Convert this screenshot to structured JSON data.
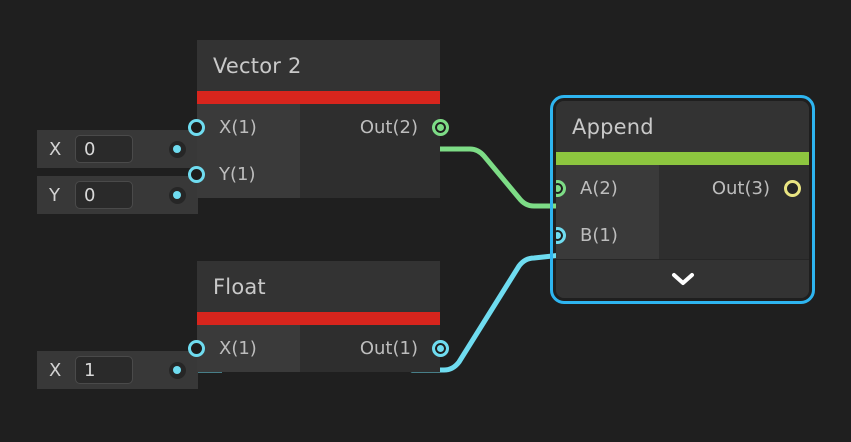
{
  "canvas": {
    "background": "#1f1f1f",
    "name": "node-graph-canvas"
  },
  "colors": {
    "accent_red": "#d8251d",
    "accent_green": "#8dc63f",
    "selection_blue": "#2eb5f0",
    "wire_green": "#7ddc86",
    "wire_cyan": "#6fdcf0",
    "port_yellow": "#e9e482",
    "node_body": "#2e2e2e",
    "node_header": "#333333",
    "input_column": "#3a3a3a",
    "text": "#c9c9c9"
  },
  "nodes": [
    {
      "id": "vector2",
      "title": "Vector 2",
      "accent": "#d8251d",
      "selected": false,
      "inputs": [
        {
          "label": "X(1)",
          "port": "hollow-cyan"
        },
        {
          "label": "Y(1)",
          "port": "hollow-cyan"
        }
      ],
      "outputs": [
        {
          "label": "Out(2)",
          "port": "filled-green"
        }
      ]
    },
    {
      "id": "float",
      "title": "Float",
      "accent": "#d8251d",
      "selected": false,
      "inputs": [
        {
          "label": "X(1)",
          "port": "hollow-cyan"
        }
      ],
      "outputs": [
        {
          "label": "Out(1)",
          "port": "filled-cyan"
        }
      ]
    },
    {
      "id": "append",
      "title": "Append",
      "accent": "#8dc63f",
      "selected": true,
      "inputs": [
        {
          "label": "A(2)",
          "port": "filled-green"
        },
        {
          "label": "B(1)",
          "port": "filled-cyan"
        }
      ],
      "outputs": [
        {
          "label": "Out(3)",
          "port": "hollow-yellow"
        }
      ],
      "expander_icon": "chevron-down-icon"
    }
  ],
  "widgets": [
    {
      "id": "vector2-x",
      "label": "X",
      "value": "0",
      "placeholder": "0"
    },
    {
      "id": "vector2-y",
      "label": "Y",
      "value": "0",
      "placeholder": "0"
    },
    {
      "id": "float-x",
      "label": "X",
      "value": "1",
      "placeholder": "0"
    }
  ],
  "wires": [
    {
      "id": "vector2-out-to-append-a",
      "from": "Out(2)",
      "to": "A(2)",
      "color": "#7ddc86"
    },
    {
      "id": "float-out-to-append-b",
      "from": "Out(1)",
      "to": "B(1)",
      "color": "#6fdcf0"
    }
  ]
}
